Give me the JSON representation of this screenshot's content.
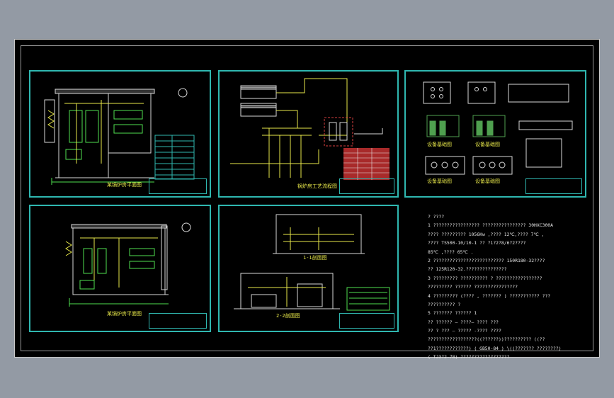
{
  "panels": [
    {
      "id": "plan-1",
      "caption": "某锅炉房平面图"
    },
    {
      "id": "system",
      "caption": "锅炉房工艺流程图"
    },
    {
      "id": "detail",
      "captions": [
        "设备基础图",
        "设备基础图",
        "设备基础图",
        "设备基础图"
      ]
    },
    {
      "id": "plan-2",
      "caption": "某锅炉房平面图"
    },
    {
      "id": "section",
      "captions": [
        "1-1剖面图",
        "2-2剖面图"
      ]
    }
  ],
  "notes": [
    "?  ????",
    "1  ?????????????????  ????????????????          30HXC300A",
    "    ????  ?????????    1056Kw  ,????  12℃,????   7℃  ,",
    "    ????  TS500-10/10-1              ?? ?1?2?8/6?2????",
    "    85℃  ,????  65℃  .",
    "2  ??????????????????????????         150R180-32????",
    "    ?? 125R120-32.???????????????",
    "3  ?????????  ??????????  ?  ?????????????????",
    "    ?????????    ??????  ????????????????",
    "4  ?????????  (????  ,  ???????  )  ???????????   ???",
    "    ??????????  ?",
    "5  ???????   ??????  1",
    "         ??  ??????  —        ????—            ????          ???",
    "         ??  ?  ???  —         ?????              -????          ????",
    "    ??????????????????((??????))??????????        ((??",
    "    ??1????????????)    (  GB50-84  )  \\((???????  ????????)",
    "    (  TJ3?2-78)  ??????????????????"
  ]
}
